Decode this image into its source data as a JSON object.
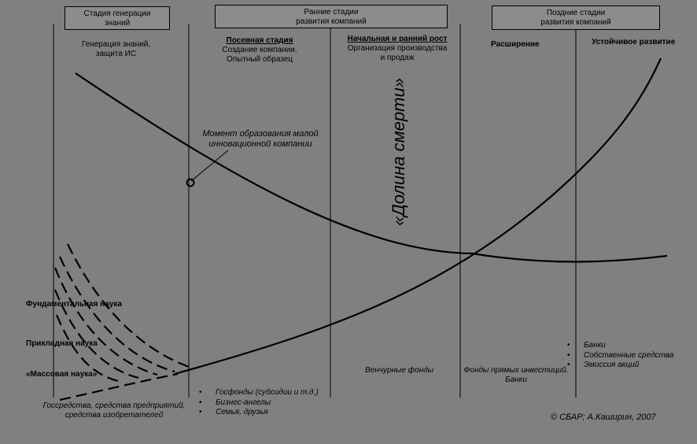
{
  "stage_boxes": {
    "knowledge": "Стадия генерации\nзнаний",
    "early": "Ранние стадии\nразвития компаний",
    "late": "Поздние стадии\nразвития компаний"
  },
  "columns": {
    "knowledge_gen": "Генерация знаний,\nзащита ИС",
    "seed_title": "Посевная стадия",
    "seed_desc": "Создание компании.\nОпытный образец",
    "startup_title": "Начальная и ранний рост",
    "startup_desc": "Организация производства\nи продаж",
    "expansion": "Расширение",
    "sustainable": "Устойчивое развитие"
  },
  "annotation": "Момент образования малой\nинновационной компании",
  "valley_of_death": "«Долина смерти»",
  "science": {
    "fundamental": "Фундаментальная наука",
    "applied": "Прикладная наука",
    "mass": "«Массовая наука»"
  },
  "funding": {
    "knowledge": "Госсредства,  средства  предприятий,\nсредства изобретателей",
    "seed": [
      "Госфонды (субсидии и т.д.)",
      "Бизнес-ангелы",
      "Семья, друзья"
    ],
    "venture": "Венчурные фонды",
    "direct": "Фонды прямых инвестиций.\nБанки",
    "late": [
      "Банки",
      "Собственные средства",
      "Эмиссия акций"
    ]
  },
  "copyright": "©  СБАР;  А.Каширин, 2007"
}
